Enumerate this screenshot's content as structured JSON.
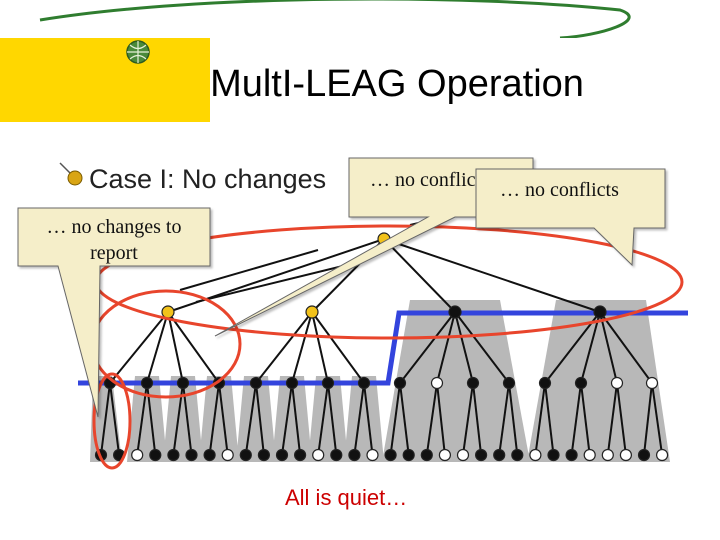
{
  "slide": {
    "title": "MultI-LEAG Operation",
    "bullet": "Case I: No changes",
    "footer": "All is quiet…"
  },
  "callouts": {
    "left": [
      "… no changes to",
      "report"
    ],
    "middle": "… no conflicts",
    "right": "… no conflicts"
  },
  "colors": {
    "title_band": "#ffd700",
    "callout_fill": "#f5eec9",
    "highlight_ellipse": "#e8452c",
    "boundary_line": "#3344dd",
    "tree_shading": "#b8b8b8",
    "leader_node": "#f2c21b",
    "active_node": "#111111",
    "idle_node": "#ffffff",
    "decor_curve": "#2f7d2f"
  },
  "icons": {
    "bullet": "pin-bullet-icon",
    "decor": "globe-icon"
  }
}
